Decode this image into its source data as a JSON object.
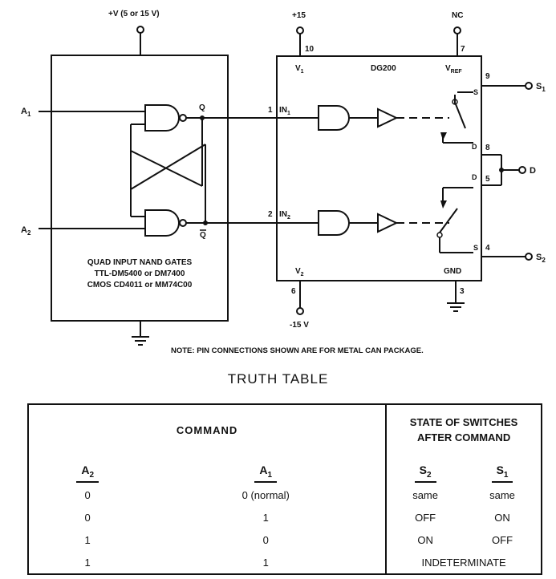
{
  "left_block": {
    "supply_label": "+V (5 or 15 V)",
    "input_a1": "A1",
    "input_a2": "A2",
    "q_label": "Q",
    "qbar_label": "Q",
    "desc_line1": "QUAD INPUT NAND GATES",
    "desc_line2": "TTL-DM5400 or DM7400",
    "desc_line3": "CMOS CD4011 or MM74C00"
  },
  "right_block": {
    "part_name": "DG200",
    "supply_pos": "+15",
    "supply_neg": "-15 V",
    "nc_label": "NC",
    "v1_label": "V1",
    "v2_label": "V2",
    "vref_label": "VREF",
    "gnd_label": "GND",
    "in1_label": "IN1",
    "in2_label": "IN2",
    "pins": {
      "p1": "1",
      "p2": "2",
      "p3": "3",
      "p4": "4",
      "p5": "5",
      "p6": "6",
      "p7": "7",
      "p8": "8",
      "p9": "9",
      "p10": "10"
    },
    "s_top": "S",
    "d_top": "D",
    "d_bot": "D",
    "s_bot": "S",
    "out_s1": "S1",
    "out_d": "D",
    "out_s2": "S2"
  },
  "note": "NOTE: PIN CONNECTIONS SHOWN ARE FOR METAL CAN PACKAGE.",
  "truth_table": {
    "title": "TRUTH TABLE",
    "header_left": "COMMAND",
    "header_right_line1": "STATE OF SWITCHES",
    "header_right_line2": "AFTER COMMAND",
    "col_a2": "A2",
    "col_a1": "A1",
    "col_s2": "S2",
    "col_s1": "S1",
    "rows": [
      {
        "a2": "0",
        "a1": "0 (normal)",
        "s2": "same",
        "s1": "same"
      },
      {
        "a2": "0",
        "a1": "1",
        "s2": "OFF",
        "s1": "ON"
      },
      {
        "a2": "1",
        "a1": "0",
        "s2": "ON",
        "s1": "OFF"
      },
      {
        "a2": "1",
        "a1": "1",
        "state": "INDETERMINATE"
      }
    ]
  }
}
